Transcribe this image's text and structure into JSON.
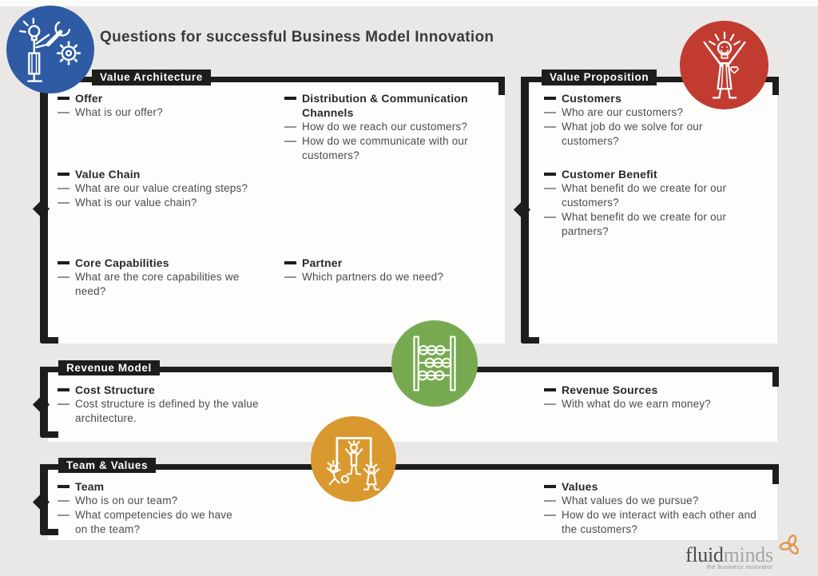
{
  "title": "Questions for successful Business Model Innovation",
  "colors": {
    "background": "#e9e8e6",
    "panel_white": "#fdfdfc",
    "bar_black": "#1e1d1b",
    "blue": "#2e5ba4",
    "red": "#c23b30",
    "green": "#77aa50",
    "orange": "#d9992f",
    "logo_orange": "#de9a55"
  },
  "icons": {
    "value_architecture": "robot-wrench-gear-icon",
    "value_proposition": "person-lightbulb-heart-icon",
    "revenue_model": "abacus-icon",
    "team_values": "team-play-icon",
    "logo_mark": "clover-icon"
  },
  "sections": {
    "value_architecture": {
      "label": "Value Architecture",
      "groups": [
        {
          "heading": "Offer",
          "questions": [
            "What is our offer?"
          ]
        },
        {
          "heading": "Value Chain",
          "questions": [
            "What are our value creating steps?",
            "What is our value chain?"
          ]
        },
        {
          "heading": "Core Capabilities",
          "questions": [
            "What are the core capabilities we need?"
          ]
        },
        {
          "heading": "Distribution & Communication Channels",
          "questions": [
            "How do we reach our customers?",
            "How do we communicate with our customers?"
          ]
        },
        {
          "heading": "Partner",
          "questions": [
            "Which partners do we need?"
          ]
        }
      ]
    },
    "value_proposition": {
      "label": "Value Proposition",
      "groups": [
        {
          "heading": "Customers",
          "questions": [
            "Who are our customers?",
            "What job do we solve for our customers?"
          ]
        },
        {
          "heading": "Customer Benefit",
          "questions": [
            "What benefit do we create for our customers?",
            "What benefit do we create for our partners?"
          ]
        }
      ]
    },
    "revenue_model": {
      "label": "Revenue Model",
      "groups": [
        {
          "heading": "Cost Structure",
          "questions": [
            "Cost structure is defined by the value architecture."
          ]
        },
        {
          "heading": "Revenue Sources",
          "questions": [
            "With what do we earn money?"
          ]
        }
      ]
    },
    "team_values": {
      "label": "Team & Values",
      "groups": [
        {
          "heading": "Team",
          "questions": [
            "Who is on our team?",
            "What competencies do we have on the team?"
          ]
        },
        {
          "heading": "Values",
          "questions": [
            "What values do we pursue?",
            "How do we interact with each other and the customers?"
          ]
        }
      ]
    }
  },
  "logo": {
    "brand_primary": "fluid",
    "brand_secondary": "minds",
    "tagline": "the business innovator"
  }
}
